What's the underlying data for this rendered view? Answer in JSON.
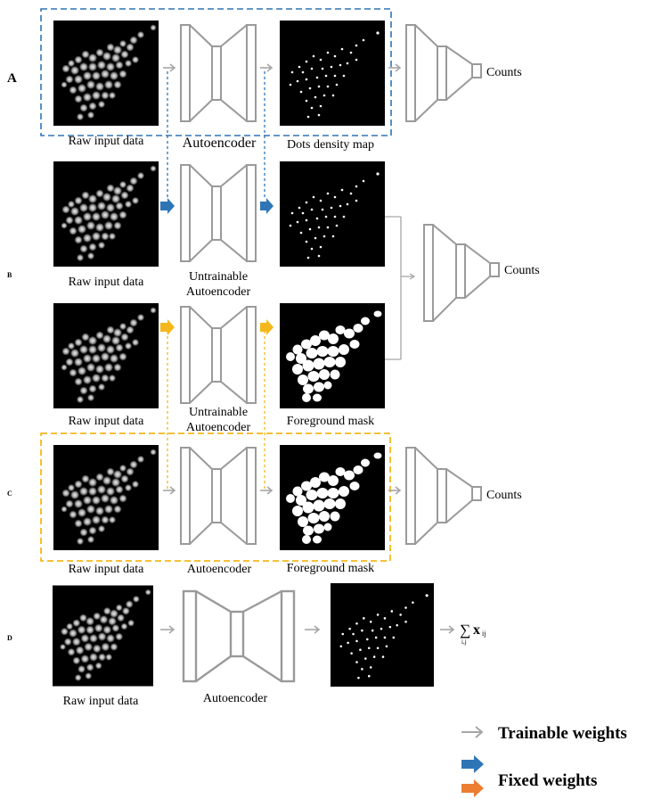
{
  "rows": {
    "a": {
      "letter": "A",
      "input_caption": "Raw input data",
      "model_caption": "Autoencoder",
      "output_caption": "Dots density map",
      "result": "Counts"
    },
    "b": {
      "letter": "B",
      "input1_caption": "Raw input data",
      "model1_caption_line1": "Untrainable",
      "model1_caption_line2": "Autoencoder",
      "input2_caption": "Raw input data",
      "model2_caption_line1": "Untrainable",
      "model2_caption_line2": "Autoencoder",
      "output2_caption": "Foreground mask",
      "result": "Counts"
    },
    "c": {
      "letter": "C",
      "input_caption": "Raw input data",
      "model_caption": "Autoencoder",
      "output_caption": "Foreground mask",
      "result": "Counts"
    },
    "d": {
      "letter": "D",
      "input_caption": "Raw input data",
      "model_caption": "Autoencoder",
      "sum_symbol": "∑",
      "sum_var": "x",
      "sum_sub": "ij",
      "sum_under": "i,j"
    }
  },
  "legend": {
    "trainable": "Trainable weights",
    "fixed": "Fixed weights"
  },
  "colors": {
    "trainable_arrow": "#a6a6a6",
    "fixed_blue": "#2e75b6",
    "fixed_orange": "#ed7d31",
    "box_a": "#2e75b6",
    "box_c": "#f5b81c",
    "network": "#9a9a9a"
  }
}
